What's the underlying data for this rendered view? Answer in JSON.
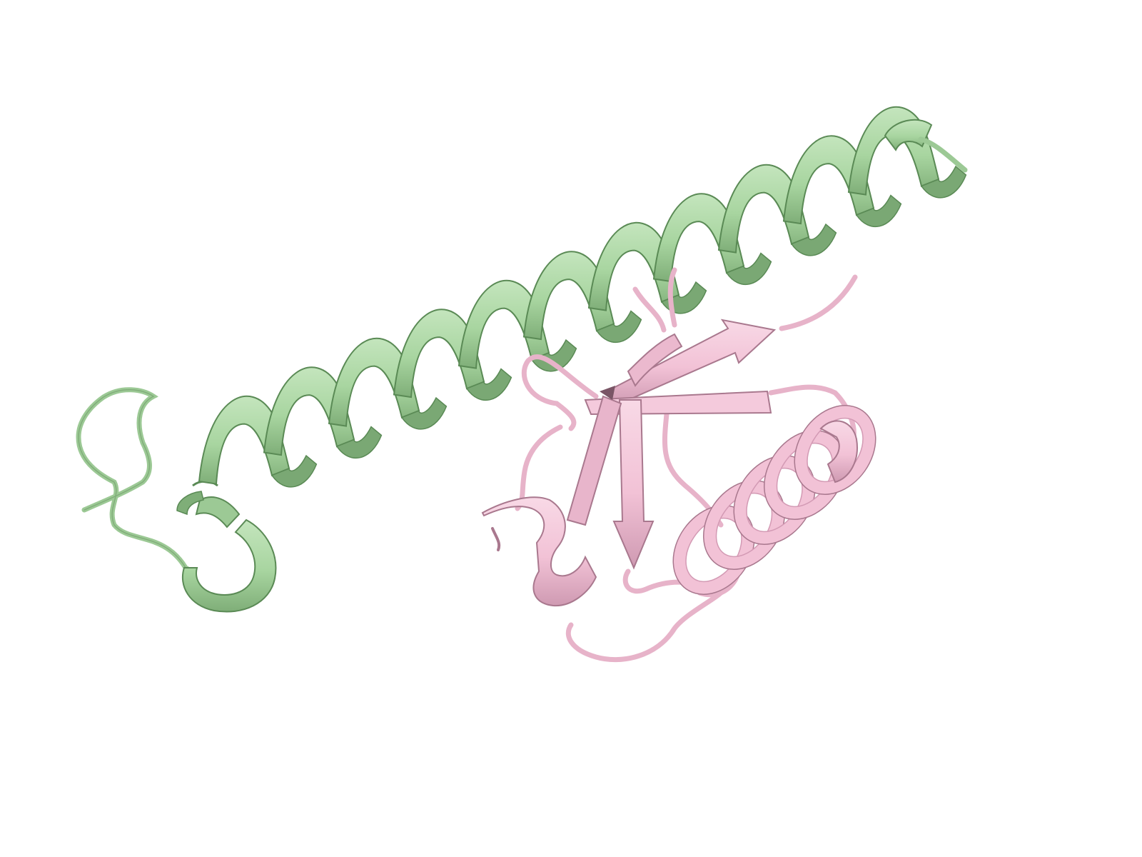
{
  "scene": {
    "background": "#ffffff",
    "chains": [
      {
        "id": "A",
        "color": "#a8d5a0",
        "shade": "#7aa874",
        "dark": "#5a8a55",
        "elements": [
          "coil",
          "helix",
          "helix",
          "coil"
        ]
      },
      {
        "id": "B",
        "color": "#f2c2d6",
        "shade": "#d39ab4",
        "dark": "#a9788e",
        "elements": [
          "strand",
          "strand",
          "strand",
          "strand",
          "helix",
          "helix",
          "coil"
        ]
      }
    ]
  }
}
